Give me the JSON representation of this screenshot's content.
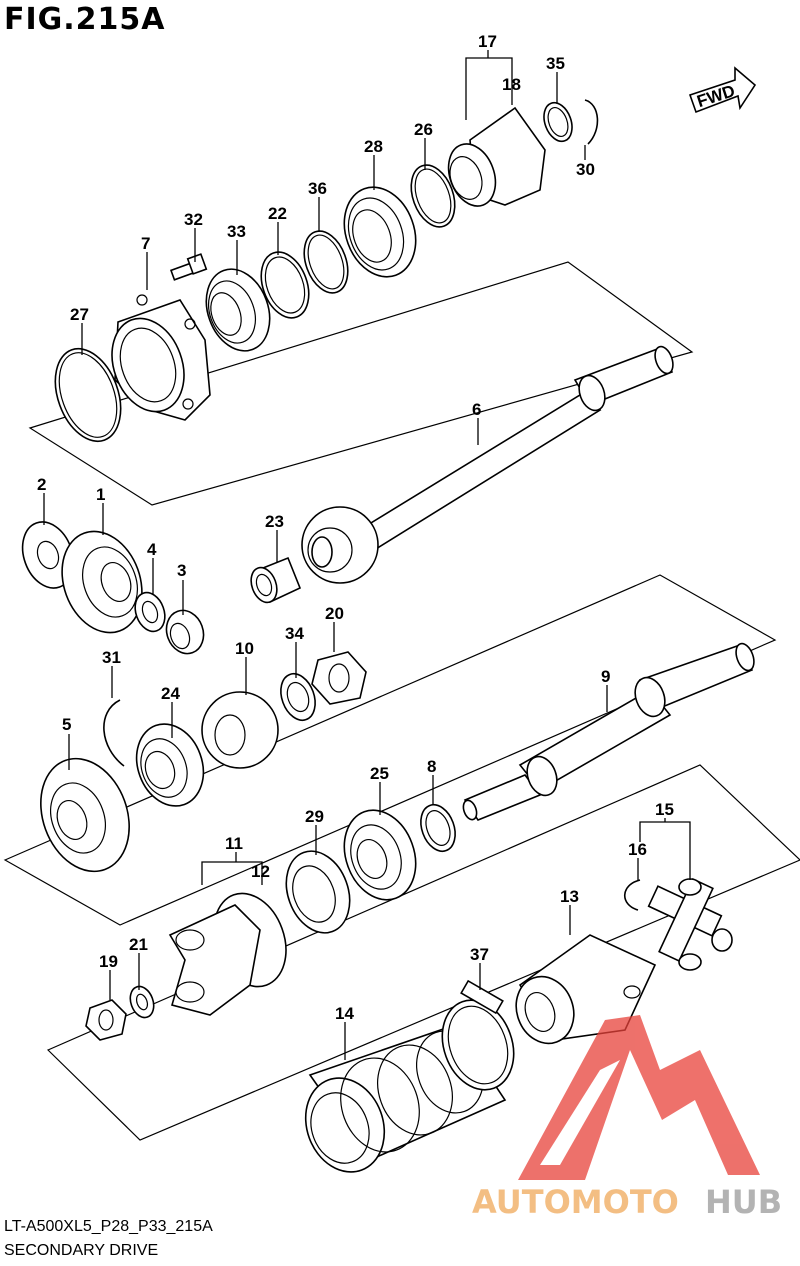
{
  "figure": {
    "title": "FIG.215A",
    "code": "LT-A500XL5_P28_P33_215A",
    "subtitle": "SECONDARY DRIVE",
    "fwd_label": "FWD"
  },
  "callouts": [
    {
      "id": "1",
      "label": "1"
    },
    {
      "id": "2",
      "label": "2"
    },
    {
      "id": "3",
      "label": "3"
    },
    {
      "id": "4",
      "label": "4"
    },
    {
      "id": "5",
      "label": "5"
    },
    {
      "id": "6",
      "label": "6"
    },
    {
      "id": "7",
      "label": "7"
    },
    {
      "id": "8",
      "label": "8"
    },
    {
      "id": "9",
      "label": "9"
    },
    {
      "id": "10",
      "label": "10"
    },
    {
      "id": "11",
      "label": "11"
    },
    {
      "id": "12",
      "label": "12"
    },
    {
      "id": "13",
      "label": "13"
    },
    {
      "id": "14",
      "label": "14"
    },
    {
      "id": "15",
      "label": "15"
    },
    {
      "id": "16",
      "label": "16"
    },
    {
      "id": "17",
      "label": "17"
    },
    {
      "id": "18",
      "label": "18"
    },
    {
      "id": "19",
      "label": "19"
    },
    {
      "id": "20",
      "label": "20"
    },
    {
      "id": "21",
      "label": "21"
    },
    {
      "id": "22",
      "label": "22"
    },
    {
      "id": "23",
      "label": "23"
    },
    {
      "id": "24",
      "label": "24"
    },
    {
      "id": "25",
      "label": "25"
    },
    {
      "id": "26",
      "label": "26"
    },
    {
      "id": "27",
      "label": "27"
    },
    {
      "id": "28",
      "label": "28"
    },
    {
      "id": "29",
      "label": "29"
    },
    {
      "id": "30",
      "label": "30"
    },
    {
      "id": "31",
      "label": "31"
    },
    {
      "id": "32",
      "label": "32"
    },
    {
      "id": "33",
      "label": "33"
    },
    {
      "id": "34",
      "label": "34"
    },
    {
      "id": "35",
      "label": "35"
    },
    {
      "id": "36",
      "label": "36"
    },
    {
      "id": "37",
      "label": "37"
    }
  ],
  "watermark": {
    "text_a": "AUTOMOTO",
    "text_b": "HUB",
    "color_a": "#f0a95a",
    "color_b": "#9a9a9a",
    "logo_color": "#e8423a"
  }
}
